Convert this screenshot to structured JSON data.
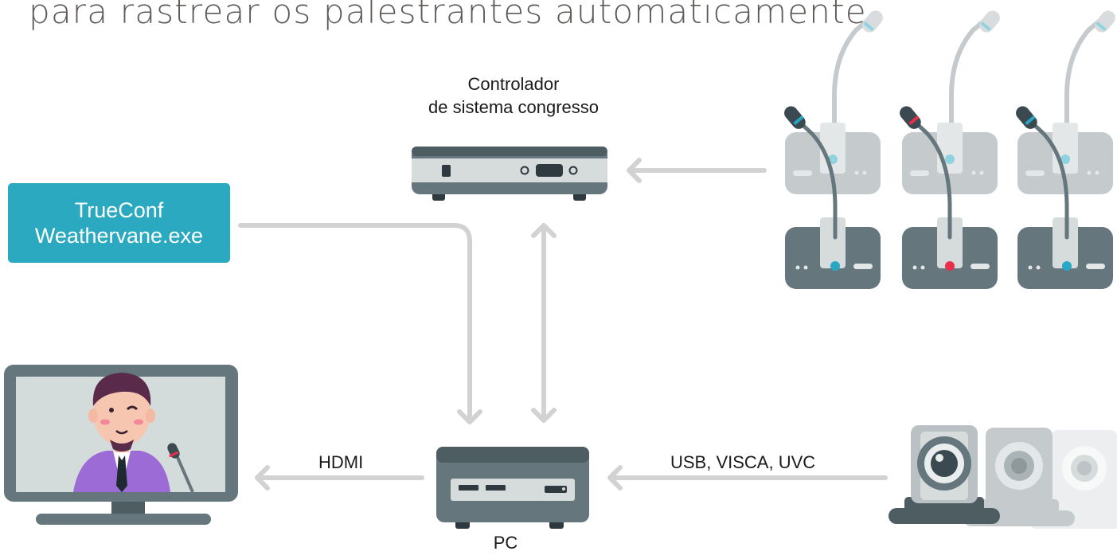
{
  "heading": "para rastrear os palestrantes automaticamente.",
  "nodes": {
    "controller": {
      "line1": "Controlador",
      "line2": "de sistema congresso"
    },
    "software": {
      "line1": "TrueConf",
      "line2": "Weathervane.exe"
    },
    "pc": {
      "label": "PC"
    }
  },
  "connections": {
    "hdmi": "HDMI",
    "usb": "USB, VISCA, UVC"
  },
  "colors": {
    "accent": "#2aa9c0",
    "arrow": "#d2d2d2",
    "device_dark": "#65767c",
    "device_light": "#c5cbcd",
    "mic_active": "#e8304c",
    "mic_idle": "#29a7c4"
  }
}
